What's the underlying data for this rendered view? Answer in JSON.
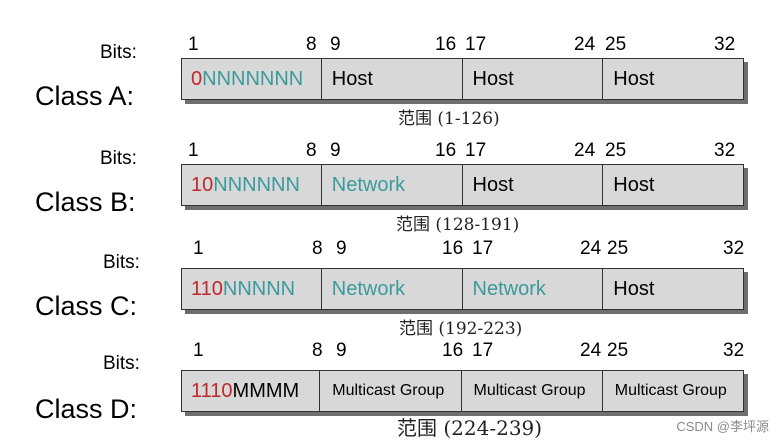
{
  "classes": [
    {
      "bits_label": "Bits:",
      "label": "Class A:",
      "bit_positions": [
        "1",
        "8",
        "9",
        "16",
        "17",
        "24",
        "25",
        "32"
      ],
      "first_segment": {
        "prefix": "0",
        "rest": "NNNNNNN"
      },
      "segments": [
        "Host",
        "Host",
        "Host"
      ],
      "range": "范围 (1-126)"
    },
    {
      "bits_label": "Bits:",
      "label": "Class B:",
      "bit_positions": [
        "1",
        "8",
        "9",
        "16",
        "17",
        "24",
        "25",
        "32"
      ],
      "first_segment": {
        "prefix": "10",
        "rest": "NNNNNN"
      },
      "segments": [
        "Network",
        "Host",
        "Host"
      ],
      "range": "范围 (128-191)"
    },
    {
      "bits_label": "Bits:",
      "label": "Class C:",
      "bit_positions": [
        "1",
        "8",
        "9",
        "16",
        "17",
        "24",
        "25",
        "32"
      ],
      "first_segment": {
        "prefix": "110",
        "rest": "NNNNN"
      },
      "segments": [
        "Network",
        "Network",
        "Host"
      ],
      "range": "范围 (192-223)"
    },
    {
      "bits_label": "Bits:",
      "label": "Class D:",
      "bit_positions": [
        "1",
        "8",
        "9",
        "16",
        "17",
        "24",
        "25",
        "32"
      ],
      "first_segment": {
        "prefix": "1110",
        "rest": "MMMM"
      },
      "segments": [
        "Multicast Group",
        "Multicast Group",
        "Multicast Group"
      ],
      "range": "范围 (224-239)"
    }
  ],
  "watermark": "CSDN @李坪源"
}
